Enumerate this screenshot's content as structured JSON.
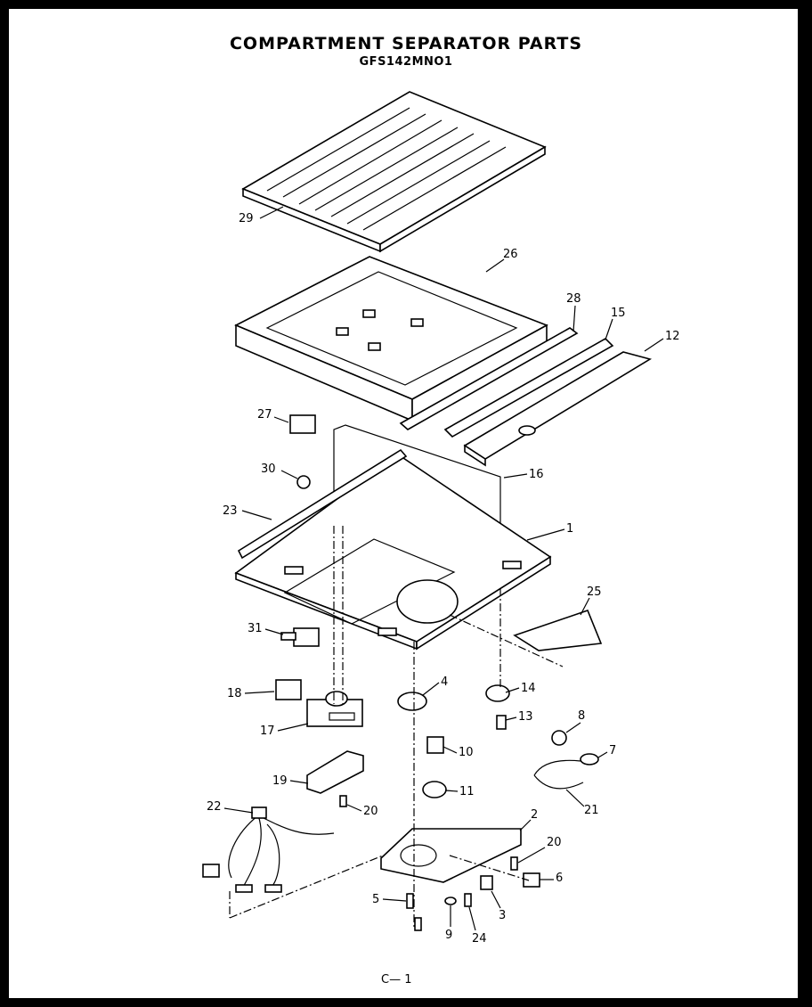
{
  "header": {
    "title": "COMPARTMENT SEPARATOR PARTS",
    "model": "GFS142MNO1"
  },
  "callouts": [
    "29",
    "26",
    "28",
    "15",
    "12",
    "27",
    "30",
    "16",
    "23",
    "1",
    "25",
    "31",
    "4",
    "14",
    "18",
    "13",
    "17",
    "8",
    "10",
    "7",
    "19",
    "11",
    "21",
    "22",
    "20",
    "2",
    "20",
    "6",
    "5",
    "3",
    "9",
    "24"
  ],
  "footer": {
    "mark": "C— 1"
  }
}
